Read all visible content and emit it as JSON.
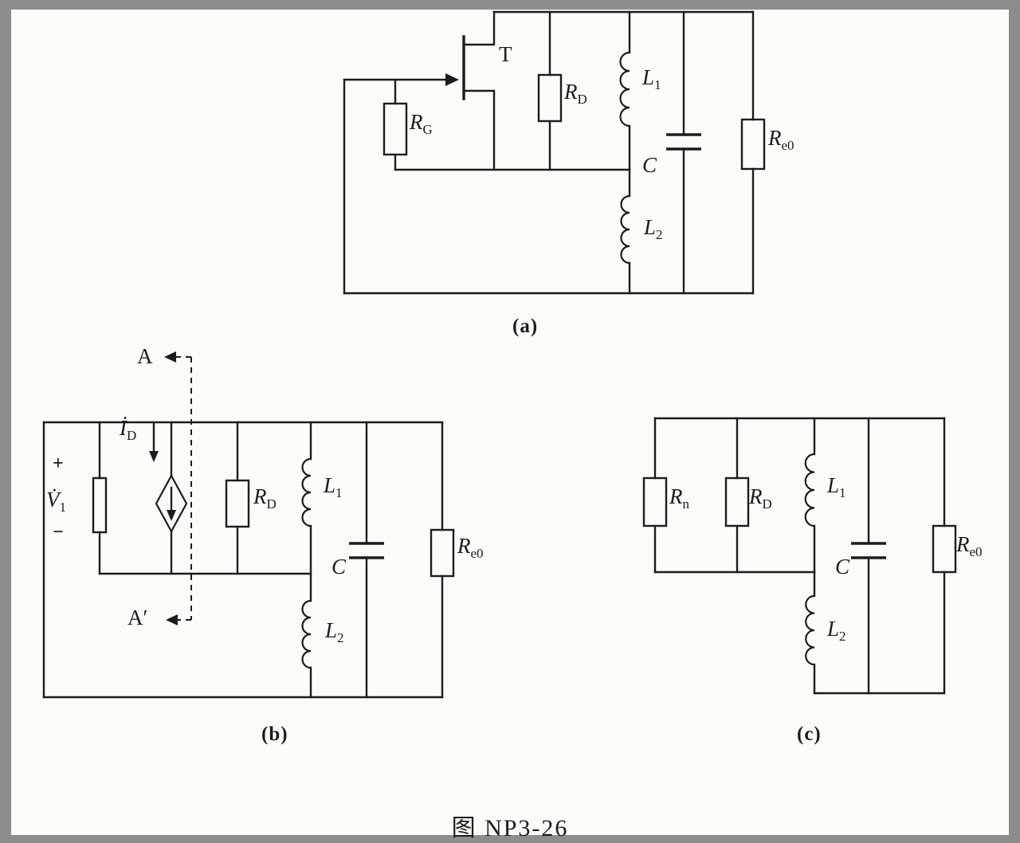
{
  "figure": {
    "caption": "图 NP3-26",
    "line_color": "#1c1c1c",
    "paper_color": "#fcfbf8",
    "frame_color": "#8d8d8d"
  },
  "circuit_a": {
    "caption": "(a)",
    "transistor": "T",
    "rg": {
      "main": "R",
      "sub": "G"
    },
    "rd": {
      "main": "R",
      "sub": "D"
    },
    "l1": {
      "main": "L",
      "sub": "1"
    },
    "l2": {
      "main": "L",
      "sub": "2"
    },
    "c": "C",
    "re0": {
      "main": "R",
      "sub": "e0"
    }
  },
  "circuit_b": {
    "caption": "(b)",
    "node_top": "A",
    "node_bottom": "A′",
    "current": {
      "main": "İ",
      "sub": "D"
    },
    "source_plus": "+",
    "source": {
      "main": "V̇",
      "sub": "1"
    },
    "source_minus": "−",
    "rd": {
      "main": "R",
      "sub": "D"
    },
    "l1": {
      "main": "L",
      "sub": "1"
    },
    "l2": {
      "main": "L",
      "sub": "2"
    },
    "c": "C",
    "re0": {
      "main": "R",
      "sub": "e0"
    }
  },
  "circuit_c": {
    "caption": "(c)",
    "rn": {
      "main": "R",
      "sub": "n"
    },
    "rd": {
      "main": "R",
      "sub": "D"
    },
    "l1": {
      "main": "L",
      "sub": "1"
    },
    "l2": {
      "main": "L",
      "sub": "2"
    },
    "c": "C",
    "re0": {
      "main": "R",
      "sub": "e0"
    }
  }
}
